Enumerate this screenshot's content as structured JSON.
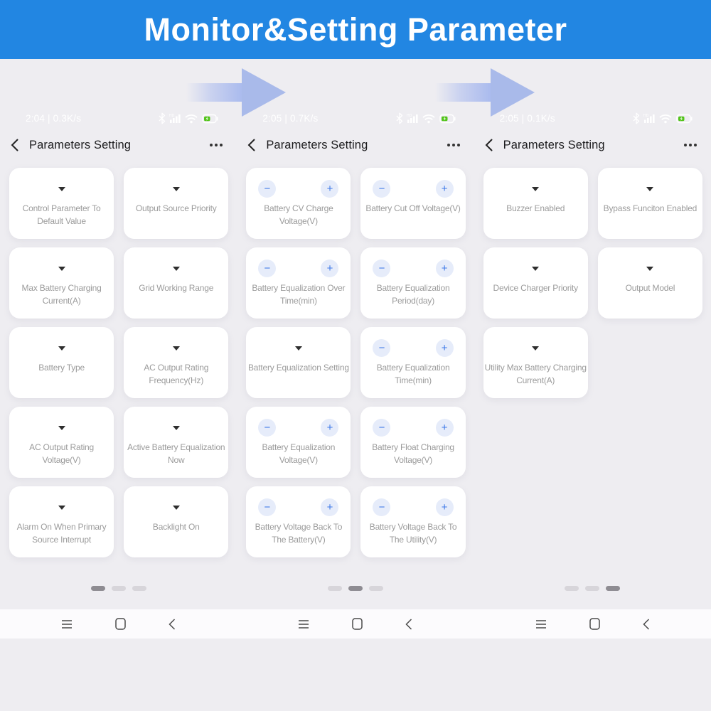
{
  "banner": {
    "title": "Monitor&Setting Parameter",
    "bg_color": "#2286E2",
    "text_color": "#FFFFFF"
  },
  "colors": {
    "background": "#EEEDF1",
    "card_bg": "#FFFFFF",
    "card_text": "#9B9B9B",
    "stepper_symbol": "#3D79E8",
    "stepper_circle": "#E6ECFA",
    "arrow": "#A9BAEA",
    "dot_active": "#8E8C92",
    "dot_inactive": "#D7D5DA",
    "battery_green": "#52C41A"
  },
  "stepper": {
    "minus": "−",
    "plus": "+"
  },
  "status_icons": [
    "bluetooth-icon",
    "hd-signal-icon",
    "wifi-icon",
    "battery-icon"
  ],
  "navbar": {
    "icons": [
      "menu-icon",
      "home-icon",
      "back-icon"
    ]
  },
  "phones": [
    {
      "status": {
        "time_speed": "2:04 | 0.3K/s"
      },
      "header": {
        "title": "Parameters Setting"
      },
      "dots": {
        "count": 3,
        "active": 0
      },
      "cards": [
        {
          "label": "Control Parameter To Default Value",
          "control": "dropdown"
        },
        {
          "label": "Output Source Priority",
          "control": "dropdown"
        },
        {
          "label": "Max Battery Charging Current(A)",
          "control": "dropdown"
        },
        {
          "label": "Grid Working Range",
          "control": "dropdown"
        },
        {
          "label": "Battery Type",
          "control": "dropdown"
        },
        {
          "label": "AC Output Rating Frequency(Hz)",
          "control": "dropdown"
        },
        {
          "label": "AC Output Rating Voltage(V)",
          "control": "dropdown"
        },
        {
          "label": "Active Battery Equalization Now",
          "control": "dropdown"
        },
        {
          "label": "Alarm On When Primary Source Interrupt",
          "control": "dropdown"
        },
        {
          "label": "Backlight On",
          "control": "dropdown"
        }
      ]
    },
    {
      "status": {
        "time_speed": "2:05 | 0.7K/s"
      },
      "header": {
        "title": "Parameters Setting"
      },
      "dots": {
        "count": 3,
        "active": 1
      },
      "cards": [
        {
          "label": "Battery CV Charge Voltage(V)",
          "control": "stepper"
        },
        {
          "label": "Battery Cut Off Voltage(V)",
          "control": "stepper"
        },
        {
          "label": "Battery Equalization Over Time(min)",
          "control": "stepper"
        },
        {
          "label": "Battery Equalization Period(day)",
          "control": "stepper"
        },
        {
          "label": "Battery Equalization Setting",
          "control": "dropdown"
        },
        {
          "label": "Battery Equalization Time(min)",
          "control": "stepper"
        },
        {
          "label": "Battery Equalization Voltage(V)",
          "control": "stepper"
        },
        {
          "label": "Battery Float Charging Voltage(V)",
          "control": "stepper"
        },
        {
          "label": "Battery Voltage Back To The Battery(V)",
          "control": "stepper"
        },
        {
          "label": "Battery Voltage Back To The Utility(V)",
          "control": "stepper"
        }
      ]
    },
    {
      "status": {
        "time_speed": "2:05 | 0.1K/s"
      },
      "header": {
        "title": "Parameters Setting"
      },
      "dots": {
        "count": 3,
        "active": 2
      },
      "cards": [
        {
          "label": "Buzzer Enabled",
          "control": "dropdown"
        },
        {
          "label": "Bypass Funciton Enabled",
          "control": "dropdown"
        },
        {
          "label": "Device Charger Priority",
          "control": "dropdown"
        },
        {
          "label": "Output Model",
          "control": "dropdown"
        },
        {
          "label": "Utility Max Battery Charging Current(A)",
          "control": "dropdown"
        }
      ]
    }
  ]
}
